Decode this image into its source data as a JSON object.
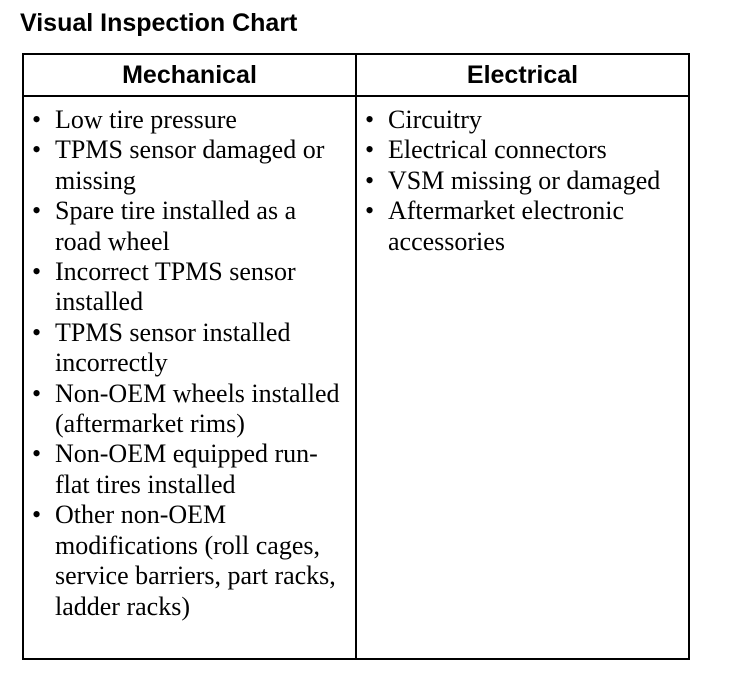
{
  "title": "Visual Inspection Chart",
  "table": {
    "headers": [
      "Mechanical",
      "Electrical"
    ],
    "mechanical": [
      "Low tire pressure",
      "TPMS sensor damaged or missing",
      "Spare tire installed as a road wheel",
      "Incorrect TPMS sensor installed",
      "TPMS sensor installed incorrectly",
      "Non-OEM wheels installed (aftermarket rims)",
      "Non-OEM equipped run-flat tires installed",
      "Other non-OEM modifications (roll cages, service barriers, part racks, ladder racks)"
    ],
    "electrical": [
      "Circuitry",
      "Electrical connectors",
      "VSM missing or damaged",
      "Aftermarket electronic accessories"
    ]
  }
}
